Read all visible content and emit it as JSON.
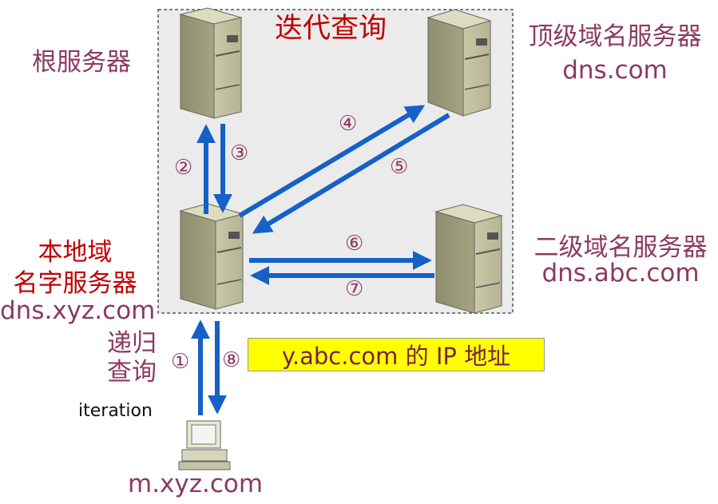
{
  "diagram": {
    "title": "迭代查询",
    "root_server": {
      "label": "根服务器"
    },
    "tld_server": {
      "label": "顶级域名服务器",
      "domain": "dns.com"
    },
    "second_level_server": {
      "label": "二级域名服务器",
      "domain": "dns.abc.com"
    },
    "local_server": {
      "line1": "本地域",
      "line2": "名字服务器",
      "domain": "dns.xyz.com"
    },
    "client": {
      "domain": "m.xyz.com"
    },
    "recursive_label": {
      "line1": "递归",
      "line2": "查询"
    },
    "client_side_note": "iteration",
    "result_note": "y.abc.com 的 IP 地址",
    "steps": [
      "①",
      "②",
      "③",
      "④",
      "⑤",
      "⑥",
      "⑦",
      "⑧"
    ]
  }
}
